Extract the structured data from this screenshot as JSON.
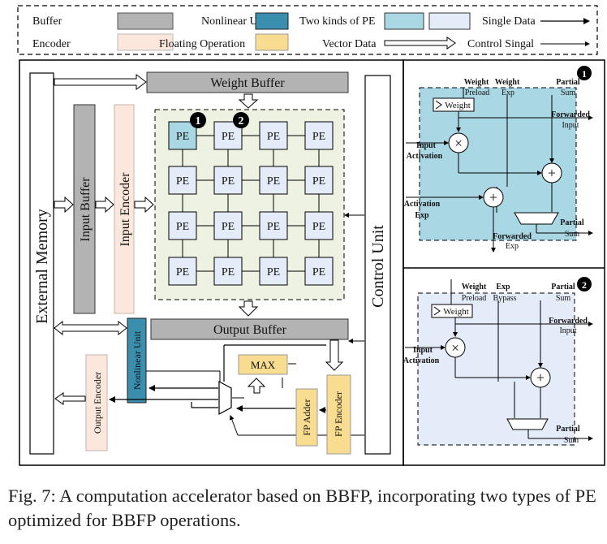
{
  "legend": {
    "buffer": "Buffer",
    "encoder": "Encoder",
    "nonlinear_unit": "Nonlinear Unit",
    "floating_operation": "Floating Operation",
    "two_kinds_pe": "Two kinds of PE",
    "vector_data": "Vector Data",
    "single_data": "Single Data",
    "control_signal": "Control Singal"
  },
  "blocks": {
    "external_memory": "External Memory",
    "weight_buffer": "Weight Buffer",
    "input_buffer": "Input Buffer",
    "input_encoder": "Input Encoder",
    "control_unit": "Control Unit",
    "output_buffer": "Output Buffer",
    "nonlinear_unit": "Nonlinear Unit",
    "output_encoder": "Output Encoder",
    "max": "MAX",
    "fp_adder": "FP Adder",
    "fp_encoder": "FP Encoder",
    "pe": "PE",
    "badge_1": "1",
    "badge_2": "2"
  },
  "pe1": {
    "weight_preload_a": "Weight",
    "weight_preload_b": "Preload",
    "weight_exp_a": "Weight",
    "weight_exp_b": "Exp",
    "partial_sum_in_a": "Partial",
    "partial_sum_in_b": "Sum",
    "weight_reg": "Weight",
    "forwarded_input_a": "Forwarded",
    "forwarded_input_b": "Input",
    "input_activation_a": "Input",
    "input_activation_b": "Activation",
    "activation_exp_a": "Activation",
    "activation_exp_b": "Exp",
    "partial_sum_out_a": "Partial",
    "partial_sum_out_b": "Sum",
    "forwarded_exp_a": "Forwarded",
    "forwarded_exp_b": "Exp",
    "mul": "×",
    "add": "+"
  },
  "pe2": {
    "weight_preload_a": "Weight",
    "weight_preload_b": "Preload",
    "exp_bypass_a": "Exp",
    "exp_bypass_b": "Bypass",
    "partial_sum_in_a": "Partial",
    "partial_sum_in_b": "Sum",
    "weight_reg": "Weight",
    "forwarded_input_a": "Forwarded",
    "forwarded_input_b": "Input",
    "input_activation_a": "Input",
    "input_activation_b": "Activation",
    "partial_sum_out_a": "Partial",
    "partial_sum_out_b": "Sum",
    "mul": "×",
    "add": "+"
  },
  "caption": "Fig. 7: A computation accelerator based on BBFP, incorporating two types of PE optimized for BBFP operations.",
  "colors": {
    "buffer": "#b3b3b3",
    "encoder": "#fbe7dc",
    "nonlinear": "#3a8fae",
    "floating": "#f8dc8f",
    "pe_blue": "#a9d7e4",
    "pe_light": "#e5ecf9",
    "array_bg": "#eef2e2"
  }
}
